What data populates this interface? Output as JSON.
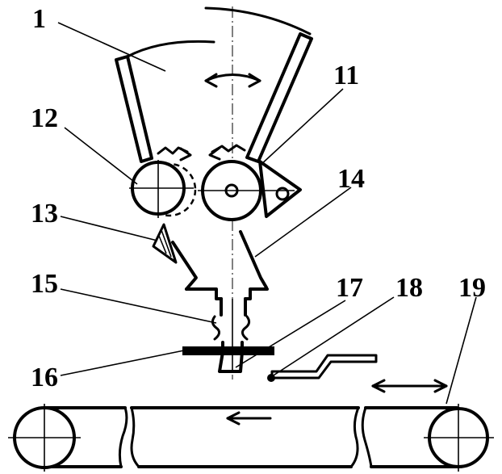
{
  "labels": {
    "l1": "1",
    "l11": "11",
    "l12": "12",
    "l13": "13",
    "l14": "14",
    "l15": "15",
    "l16": "16",
    "l17": "17",
    "l18": "18",
    "l19": "19"
  },
  "colors": {
    "stroke": "#000000",
    "background": "#ffffff"
  }
}
